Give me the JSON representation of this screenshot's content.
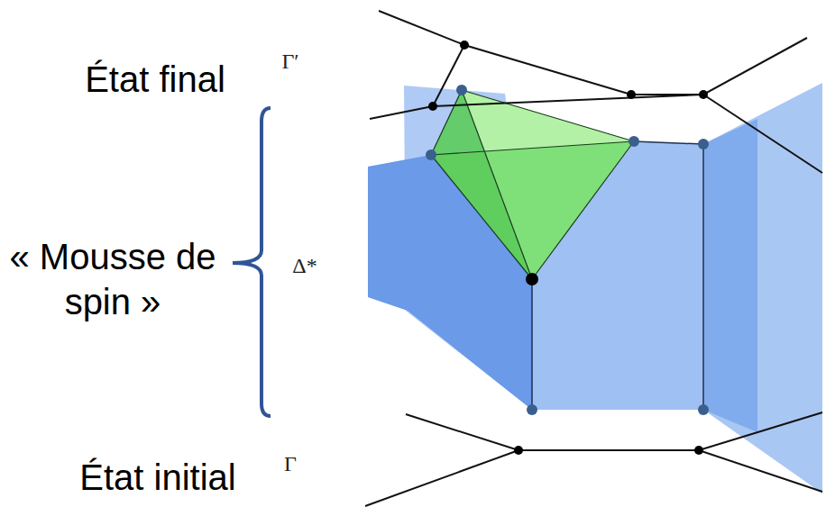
{
  "diagram": {
    "labels": [
      "État final",
      "Γ′",
      "« Mousse de spin »",
      "Δ*",
      "État initial",
      "Γ"
    ]
  }
}
